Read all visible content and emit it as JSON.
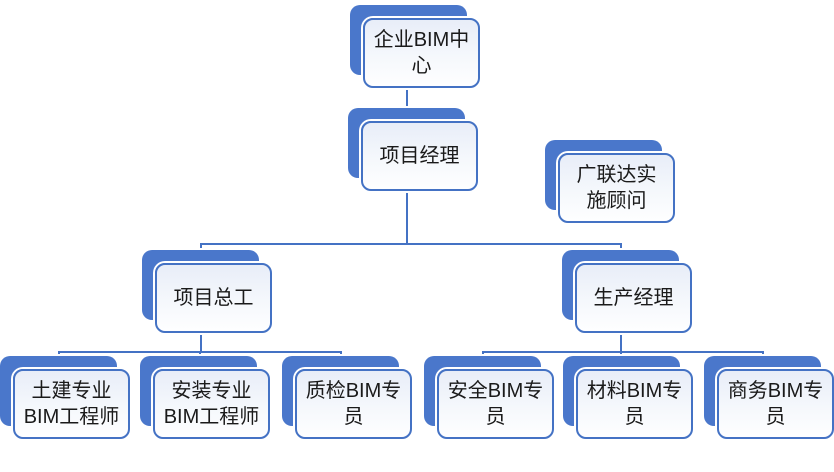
{
  "diagram": {
    "type": "org-chart",
    "nodes": {
      "enterprise_bim_center": {
        "label": "企业BIM中\n心"
      },
      "project_manager": {
        "label": "项目经理"
      },
      "glodon_consultant": {
        "label": "广联达实\n施顾问"
      },
      "project_chief_engineer": {
        "label": "项目总工"
      },
      "production_manager": {
        "label": "生产经理"
      },
      "civil_bim_engineer": {
        "label": "土建专业\nBIM工程师"
      },
      "installation_bim_engineer": {
        "label": "安装专业\nBIM工程师"
      },
      "quality_bim_specialist": {
        "label": "质检BIM专\n员"
      },
      "safety_bim_specialist": {
        "label": "安全BIM专\n员"
      },
      "material_bim_specialist": {
        "label": "材料BIM专\n员"
      },
      "business_bim_specialist": {
        "label": "商务BIM专\n员"
      }
    },
    "edges": [
      [
        "enterprise_bim_center",
        "project_manager"
      ],
      [
        "project_manager",
        "project_chief_engineer"
      ],
      [
        "project_manager",
        "production_manager"
      ],
      [
        "project_chief_engineer",
        "civil_bim_engineer"
      ],
      [
        "project_chief_engineer",
        "installation_bim_engineer"
      ],
      [
        "project_chief_engineer",
        "quality_bim_specialist"
      ],
      [
        "production_manager",
        "safety_bim_specialist"
      ],
      [
        "production_manager",
        "material_bim_specialist"
      ],
      [
        "production_manager",
        "business_bim_specialist"
      ]
    ],
    "colors": {
      "accent_blue": "#4472C4",
      "shadow_box_fill": "#4A77CB",
      "node_fill_top": "#E8EDF8",
      "node_fill_bottom": "#FEFEFF",
      "connector": "#4472C4",
      "text": "#1A1A1A",
      "background": "#FFFFFF"
    }
  }
}
